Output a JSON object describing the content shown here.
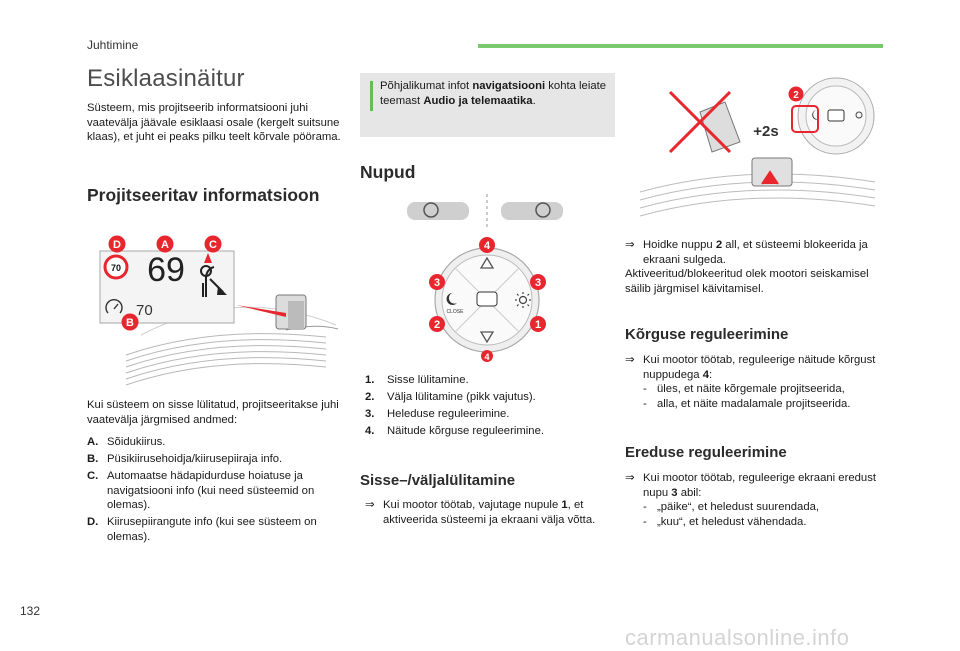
{
  "header": {
    "section": "Juhtimine",
    "accent_color": "#7bc96f"
  },
  "page_number": "132",
  "watermark": "carmanualsonline.info",
  "title": "Esiklaasinäitur",
  "intro": "Süsteem, mis projitseerib informatsiooni juhi vaatevälja jäävale esiklaasi osale (kergelt suitsune klaas), et juht ei peaks pilku teelt kõrvale pöörama.",
  "projected": {
    "heading": "Projitseeritav informatsioon",
    "illustration": {
      "speed": "69",
      "speed_limit": "70",
      "cruise_value": "70",
      "markers": [
        "D",
        "A",
        "C",
        "B"
      ],
      "marker_color": "#e8262e"
    },
    "lead": "Kui süsteem on sisse lülitatud, projitseeritakse juhi vaatevälja järgmised andmed:",
    "items": [
      {
        "key": "A.",
        "text": "Sõidukiirus."
      },
      {
        "key": "B.",
        "text": "Püsikiirusehoidja/kiirusepiiraja info."
      },
      {
        "key": "C.",
        "text": "Automaatse hädapidurduse hoiatuse ja navigatsiooni info (kui need süsteemid on olemas)."
      },
      {
        "key": "D.",
        "text": "Kiirusepiirangute info (kui see süsteem on olemas)."
      }
    ]
  },
  "infobox": {
    "text_pre": "Põhjalikumat infot ",
    "bold1": "navigatsiooni",
    "text_mid": " kohta leiate teemast ",
    "bold2": "Audio ja telemaatika",
    "text_post": "."
  },
  "buttons": {
    "heading": "Nupud",
    "control_labels": [
      "4",
      "3",
      "3",
      "2",
      "1",
      "4"
    ],
    "close_label": "CLOSE",
    "items": [
      {
        "key": "1.",
        "text": "Sisse lülitamine."
      },
      {
        "key": "2.",
        "text": "Välja lülitamine (pikk vajutus)."
      },
      {
        "key": "3.",
        "text": "Heleduse reguleerimine."
      },
      {
        "key": "4.",
        "text": "Näitude kõrguse reguleerimine."
      }
    ]
  },
  "onoff": {
    "heading": "Sisse–/väljalülitamine",
    "bullet_symbol": "",
    "bullet_pre": "Kui mootor töötab, vajutage nupule ",
    "bullet_bold": "1",
    "bullet_post": ", et aktiveerida süsteemi ja ekraani välja võtta."
  },
  "lock": {
    "hold_label": "+2s",
    "button_label": "2",
    "bullet_pre": "Hoidke nuppu ",
    "bullet_bold": "2",
    "bullet_post": " all, et süsteemi blokeerida ja ekraani sulgeda.",
    "note": "Aktiveeritud/blokeeritud olek mootori seiskamisel säilib järgmisel käivitamisel."
  },
  "height": {
    "heading": "Kõrguse reguleerimine",
    "bullet_pre": "Kui mootor töötab, reguleerige näitude kõrgust nuppudega ",
    "bullet_bold": "4",
    "bullet_post": ":",
    "dashes": [
      "üles, et näite kõrgemale projitseerida,",
      "alla, et näite madalamale projitseerida."
    ]
  },
  "brightness": {
    "heading": "Ereduse reguleerimine",
    "bullet_pre": "Kui mootor töötab, reguleerige ekraani eredust nupu ",
    "bullet_bold": "3",
    "bullet_post": " abil:",
    "dashes": [
      "„päike“, et heledust suurendada,",
      "„kuu“, et heledust vähendada."
    ]
  },
  "dash_symbol": "-"
}
